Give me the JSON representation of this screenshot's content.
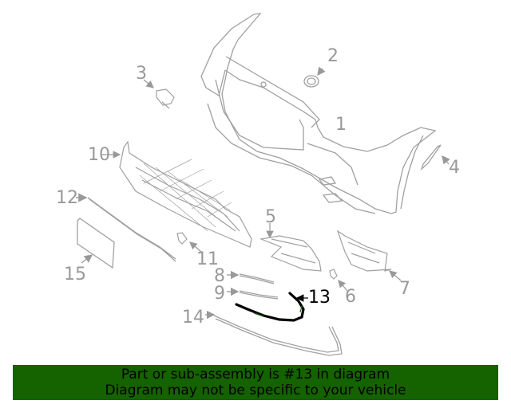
{
  "diagram": {
    "highlighted_part": "13",
    "line_color": "#a0a0a0",
    "highlight_color": "#000000",
    "highlight_accent": "#1e6b10",
    "callouts": [
      {
        "id": "1",
        "label": "1"
      },
      {
        "id": "2",
        "label": "2"
      },
      {
        "id": "3",
        "label": "3"
      },
      {
        "id": "4",
        "label": "4"
      },
      {
        "id": "5",
        "label": "5"
      },
      {
        "id": "6",
        "label": "6"
      },
      {
        "id": "7",
        "label": "7"
      },
      {
        "id": "8",
        "label": "8"
      },
      {
        "id": "9",
        "label": "9"
      },
      {
        "id": "10",
        "label": "10"
      },
      {
        "id": "11",
        "label": "11"
      },
      {
        "id": "12",
        "label": "12"
      },
      {
        "id": "13",
        "label": "13"
      },
      {
        "id": "14",
        "label": "14"
      },
      {
        "id": "15",
        "label": "15"
      }
    ]
  },
  "banner": {
    "background": "#156200",
    "line1": "Part or sub-assembly is #13 in diagram",
    "line2": "Diagram may not be specific to your vehicle"
  }
}
